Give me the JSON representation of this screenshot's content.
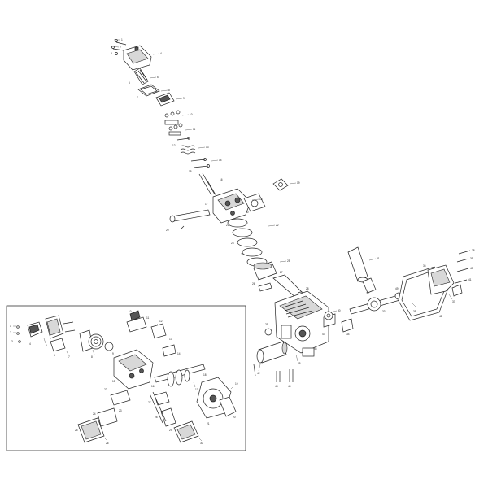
{
  "diagram": {
    "callouts_main": [
      "1",
      "2",
      "3",
      "4",
      "5",
      "6",
      "7",
      "8",
      "9",
      "10",
      "11",
      "12",
      "13",
      "14",
      "15",
      "16",
      "17",
      "18",
      "19",
      "20",
      "21",
      "22",
      "23",
      "24",
      "25",
      "26",
      "27",
      "28",
      "29",
      "30",
      "31",
      "32",
      "33",
      "34",
      "35",
      "36",
      "37",
      "38",
      "39",
      "40",
      "41",
      "42",
      "43",
      "44",
      "45",
      "46",
      "47",
      "48",
      "49",
      "50"
    ],
    "callouts_inset": [
      "1",
      "2",
      "3",
      "4",
      "5",
      "6",
      "7",
      "8",
      "9",
      "10",
      "11",
      "12",
      "13",
      "14",
      "15",
      "16",
      "17",
      "18",
      "19",
      "20",
      "21",
      "22",
      "23",
      "24",
      "25",
      "26",
      "27",
      "28",
      "29",
      "30"
    ]
  }
}
